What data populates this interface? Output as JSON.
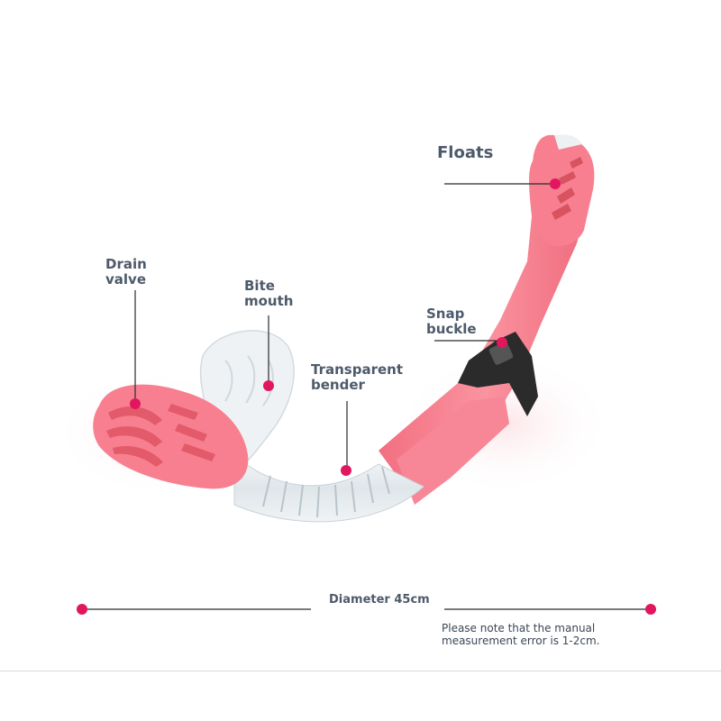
{
  "labels": {
    "floats": "Floats",
    "drain_valve": "Drain\nvalve",
    "bite_mouth": "Bite\nmouth",
    "snap_buckle": "Snap\nbuckle",
    "transparent_bender": "Transparent\nbender",
    "diameter": "Diameter 45cm",
    "note": "Please note that the manual measurement error is 1-2cm."
  },
  "colors": {
    "snorkel_pink": "#f77f8f",
    "snorkel_pink_dark": "#e2606f",
    "dot_magenta": "#e2165e",
    "clear_tube": "#e6ecf0",
    "buckle": "#2b2b2b",
    "label_text": "#4d5a6a"
  }
}
